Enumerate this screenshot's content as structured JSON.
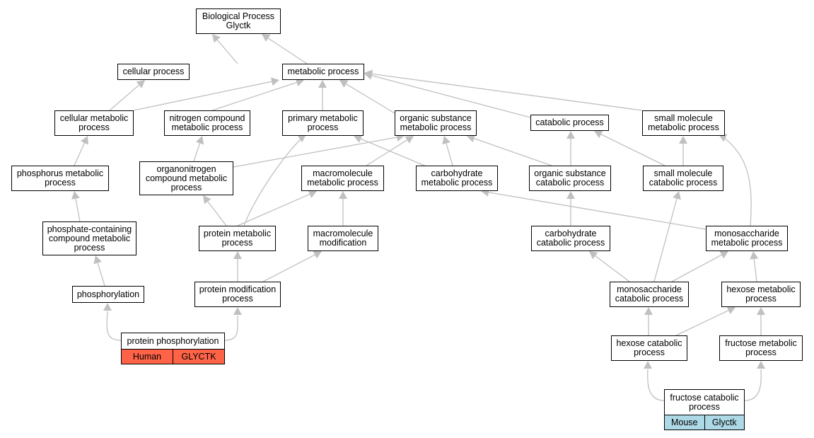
{
  "nodes": {
    "root": [
      "Biological Process",
      "Glyctk"
    ],
    "cellular_process": [
      "cellular process"
    ],
    "metabolic_process": [
      "metabolic process"
    ],
    "cellular_metabolic_process": [
      "cellular metabolic",
      "process"
    ],
    "nitrogen_compound_metabolic_process": [
      "nitrogen compound",
      "metabolic process"
    ],
    "primary_metabolic_process": [
      "primary metabolic",
      "process"
    ],
    "organic_substance_metabolic_process": [
      "organic substance",
      "metabolic process"
    ],
    "catabolic_process": [
      "catabolic process"
    ],
    "small_molecule_metabolic_process": [
      "small molecule",
      "metabolic process"
    ],
    "phosphorus_metabolic_process": [
      "phosphorus metabolic",
      "process"
    ],
    "organonitrogen_compound_metabolic_process": [
      "organonitrogen",
      "compound metabolic",
      "process"
    ],
    "macromolecule_metabolic_process": [
      "macromolecule",
      "metabolic process"
    ],
    "carbohydrate_metabolic_process": [
      "carbohydrate",
      "metabolic process"
    ],
    "organic_substance_catabolic_process": [
      "organic substance",
      "catabolic process"
    ],
    "small_molecule_catabolic_process": [
      "small molecule",
      "catabolic process"
    ],
    "phosphate_containing_compound_metabolic_process": [
      "phosphate-containing",
      "compound metabolic",
      "process"
    ],
    "protein_metabolic_process": [
      "protein metabolic",
      "process"
    ],
    "macromolecule_modification": [
      "macromolecule",
      "modification"
    ],
    "carbohydrate_catabolic_process": [
      "carbohydrate",
      "catabolic process"
    ],
    "monosaccharide_metabolic_process": [
      "monosaccharide",
      "metabolic process"
    ],
    "phosphorylation": [
      "phosphorylation"
    ],
    "protein_modification_process": [
      "protein modification",
      "process"
    ],
    "monosaccharide_catabolic_process": [
      "monosaccharide",
      "catabolic process"
    ],
    "hexose_metabolic_process": [
      "hexose metabolic",
      "process"
    ],
    "hexose_catabolic_process": [
      "hexose catabolic",
      "process"
    ],
    "fructose_metabolic_process": [
      "fructose metabolic",
      "process"
    ]
  },
  "leaves": {
    "protein_phosphorylation": {
      "title": [
        "protein phosphorylation"
      ],
      "species": "Human",
      "gene": "GLYCTK",
      "color": "#ff6347"
    },
    "fructose_catabolic_process": {
      "title": [
        "fructose catabolic",
        "process"
      ],
      "species": "Mouse",
      "gene": "Glyctk",
      "color": "#add8e6"
    }
  },
  "colors": {
    "edge": "#c0c0c0",
    "node_border": "#000000",
    "human_cell": "#ff6347",
    "mouse_cell": "#add8e6"
  }
}
